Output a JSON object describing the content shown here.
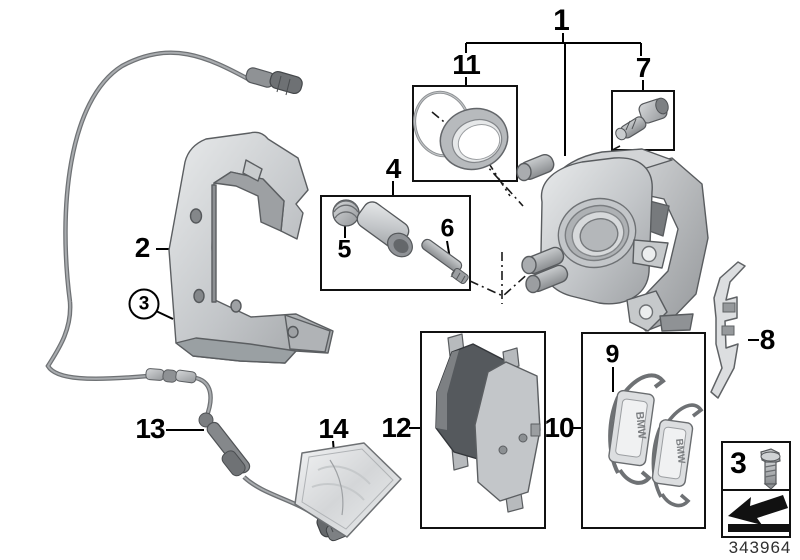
{
  "drawing_number": "343964",
  "callouts": {
    "c1": "1",
    "c2": "2",
    "c3": "3",
    "c4": "4",
    "c5": "5",
    "c6": "6",
    "c7": "7",
    "c8": "8",
    "c9": "9",
    "c10": "10",
    "c11": "11",
    "c12": "12",
    "c13": "13",
    "c14": "14"
  },
  "legend_box": {
    "callout": "3"
  },
  "branding": {
    "spring_text": "BMW"
  },
  "icons": {
    "direction_arrow": "thick-arrow-down-left",
    "fastener": "flange-hex-bolt"
  },
  "colors": {
    "background": "#ffffff",
    "line": "#000000",
    "metal_light": "#e2e4e6",
    "metal_mid": "#b7babd",
    "metal_dark": "#84878a",
    "pad_friction": "#55595d"
  }
}
